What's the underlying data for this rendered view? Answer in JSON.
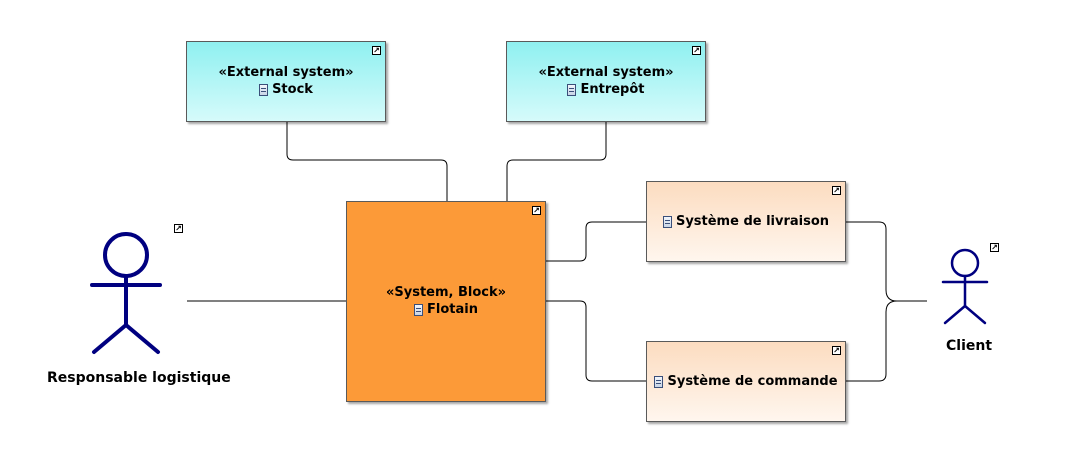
{
  "diagram": {
    "blocks": {
      "stock": {
        "stereotype": "«External system»",
        "name": "Stock"
      },
      "entrepot": {
        "stereotype": "«External system»",
        "name": "Entrepôt"
      },
      "flotain": {
        "stereotype": "«System, Block»",
        "name": "Flotain"
      },
      "livraison": {
        "name": "Système de livraison"
      },
      "commande": {
        "name": "Système de commande"
      }
    },
    "actors": {
      "responsable": {
        "name": "Responsable logistique"
      },
      "client": {
        "name": "Client"
      }
    },
    "colors": {
      "external_system_fill": "#8ff0f0",
      "system_block_fill": "#fc9a38",
      "subsystem_fill": "#fcdcc0",
      "actor_stroke": "#000080",
      "connector_stroke": "#000000"
    },
    "icons": {
      "block": "block-icon",
      "shortcut": "shortcut-arrow-icon"
    }
  }
}
